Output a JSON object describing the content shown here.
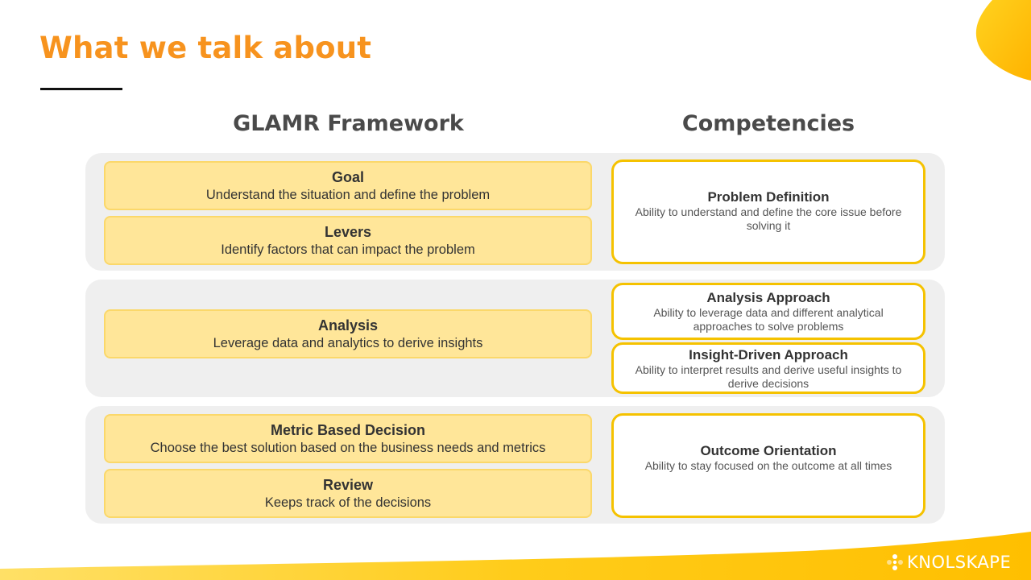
{
  "slide": {
    "title": "What we talk about",
    "left_heading": "GLAMR Framework",
    "right_heading": "Competencies"
  },
  "stages": [
    {
      "title": "Goal",
      "desc": "Understand the situation and define the problem"
    },
    {
      "title": "Levers",
      "desc": "Identify factors that can impact the problem"
    },
    {
      "title": "Analysis",
      "desc": "Leverage data and analytics to derive insights"
    },
    {
      "title": "Metric Based Decision",
      "desc": "Choose the best solution based on the business needs and metrics"
    },
    {
      "title": "Review",
      "desc": "Keeps track of the decisions"
    }
  ],
  "competencies": [
    {
      "title": "Problem Definition",
      "desc": "Ability to understand and define the core issue before solving it"
    },
    {
      "title": "Analysis Approach",
      "desc": "Ability to leverage data and different analytical approaches to solve problems"
    },
    {
      "title": "Insight-Driven Approach",
      "desc": "Ability to interpret results and derive useful insights to derive decisions"
    },
    {
      "title": "Outcome Orientation",
      "desc": "Ability to stay focused on the outcome at  all times"
    }
  ],
  "brand": {
    "name": "KNOLSKAPE"
  },
  "colors": {
    "title_orange": "#f7931e",
    "stage_fill": "#ffe699",
    "competency_border": "#f5c200",
    "panel_gray": "#efefef",
    "footer_yellow": "#ffc000"
  },
  "icons": {
    "brand_logo": "knolskape-logo-icon"
  }
}
